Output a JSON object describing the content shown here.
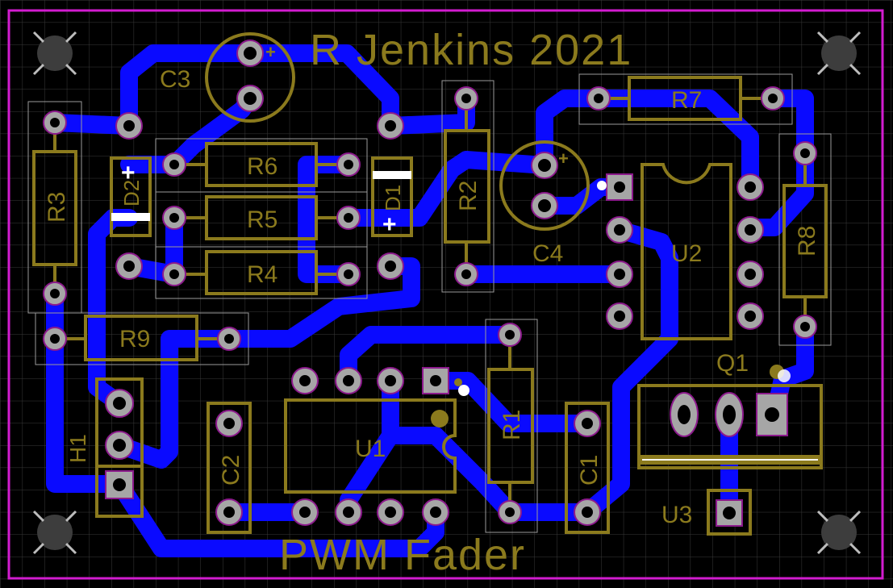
{
  "board": {
    "title": "R Jenkins 2021",
    "subtitle": "PWM Fader"
  },
  "components": {
    "R1": "R1",
    "R2": "R2",
    "R3": "R3",
    "R4": "R4",
    "R5": "R5",
    "R6": "R6",
    "R7": "R7",
    "R8": "R8",
    "R9": "R9",
    "C1": "C1",
    "C2": "C2",
    "C3": "C3",
    "C4": "C4",
    "D1": "D1",
    "D2": "D2",
    "U1": "U1",
    "U2": "U2",
    "U3": "U3",
    "Q1": "Q1",
    "H1": "H1"
  },
  "polarity": {
    "plus": "+"
  },
  "colors": {
    "background": "#000000",
    "grid": "#3a3a3a",
    "outline": "#d21ccf",
    "silkscreen": "#8b7a1d",
    "trace": "#0a0aff",
    "pad": "#a6a6a6",
    "via_ring": "#8c1a8c"
  }
}
